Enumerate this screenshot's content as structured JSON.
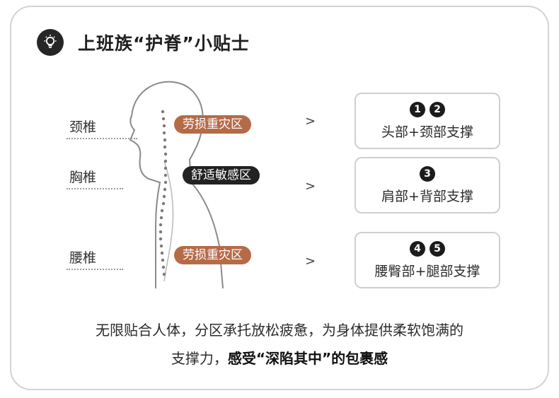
{
  "title": "上班族“护脊”小贴士",
  "labels": {
    "neck": "颈椎",
    "chest": "胸椎",
    "waist": "腰椎"
  },
  "badges": {
    "neck": "劳损重灾区",
    "chest": "舒适敏感区",
    "waist": "劳损重灾区"
  },
  "arrow": ">",
  "boxes": [
    {
      "nums": [
        "1",
        "2"
      ],
      "text": "头部+颈部支撑"
    },
    {
      "nums": [
        "3"
      ],
      "text": "肩部+背部支撑"
    },
    {
      "nums": [
        "4",
        "5"
      ],
      "text": "腰臀部+腿部支撑"
    }
  ],
  "bottom": {
    "line1": "无限贴合人体，分区承托放松疲惫，为身体提供柔软饱满的",
    "line2_pre": "支撑力，",
    "line2_bold": "感受“深陷其中”的包裹感"
  },
  "colors": {
    "badge_orange": "#b56b48",
    "badge_dark": "#222222",
    "border": "#cfcfcf"
  },
  "icons": {
    "title": "lightbulb-icon"
  }
}
